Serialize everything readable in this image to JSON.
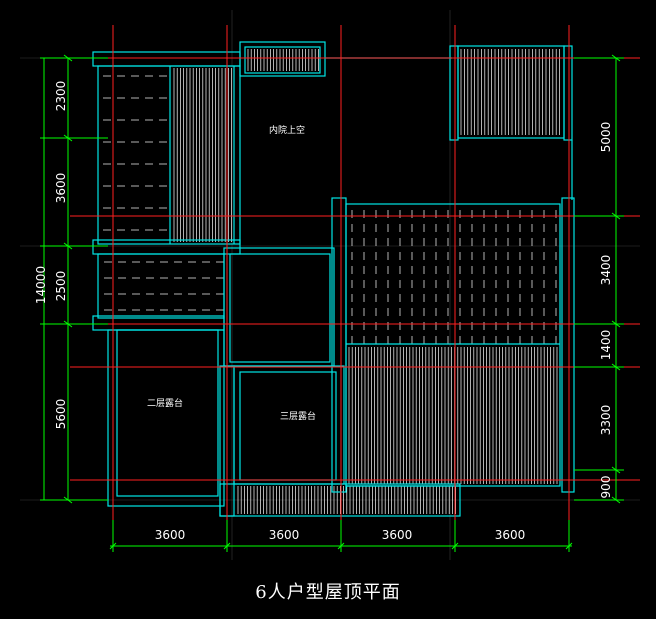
{
  "drawing": {
    "title": "6人户型屋顶平面",
    "rooms": {
      "courtyard": "内院上空",
      "terrace_2f": "二层露台",
      "terrace_3f": "三层露台"
    },
    "dimensions": {
      "left_total": "14000",
      "left_segments": [
        "2300",
        "3600",
        "2500",
        "5600"
      ],
      "right_segments": [
        "5000",
        "3400",
        "1400",
        "3300",
        "900"
      ],
      "bottom_segments": [
        "3600",
        "3600",
        "3600",
        "3600"
      ]
    },
    "colors": {
      "background": "#000000",
      "walls": "#00e5e5",
      "axis": "#ff2020",
      "dimension": "#00ff00",
      "text": "#ffffff",
      "grid": "#3a3a3a"
    }
  }
}
